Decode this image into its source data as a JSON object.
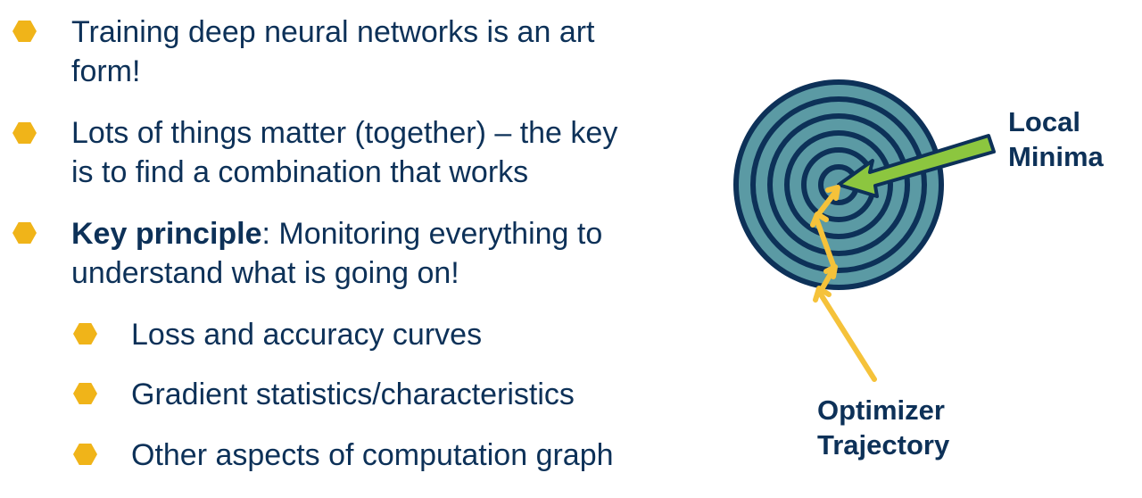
{
  "bullets": [
    {
      "lines": [
        "Training deep neural networks is an art",
        "form!"
      ]
    },
    {
      "lines": [
        "Lots of things matter (together) – the key",
        "is to find a combination that works"
      ]
    },
    {
      "bold": "Key principle",
      "rest": ": Monitoring everything to",
      "line2": "understand what is going on!"
    }
  ],
  "sub_bullets": [
    "Loss and accuracy curves",
    "Gradient statistics/characteristics",
    "Other aspects of computation graph"
  ],
  "diagram": {
    "local_minima": [
      "Local",
      "Minima"
    ],
    "optimizer_trajectory": [
      "Optimizer",
      "Trajectory"
    ]
  },
  "colors": {
    "text": "#0d3158",
    "bullet": "#f0b419",
    "target": "#5b9aa4",
    "green": "#8cc63f",
    "yellow": "#f5c23a"
  }
}
